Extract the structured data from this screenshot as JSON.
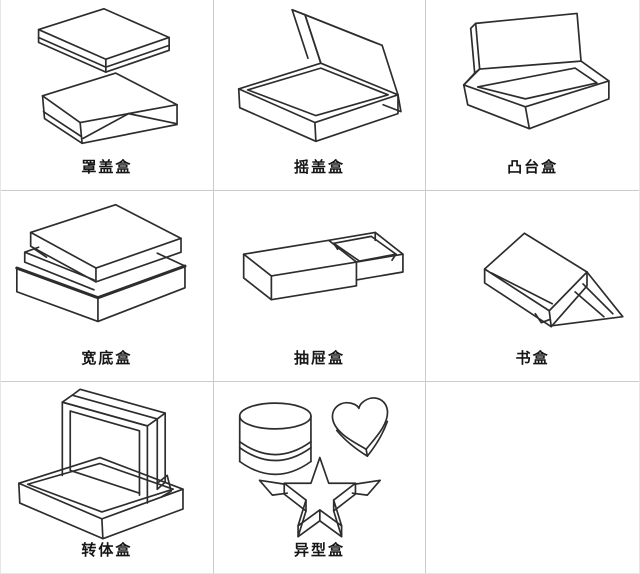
{
  "page": {
    "title": "box-structure-types-diagram",
    "grid": {
      "rows": 3,
      "cols": 3
    }
  },
  "colors": {
    "background": "#ffffff",
    "grid_line": "#cbcbcb",
    "line_art": "#2d2d2d",
    "label_text": "#161616"
  },
  "cells": [
    {
      "label": "罩盖盒",
      "illustration": "telescope-lid-box"
    },
    {
      "label": "摇盖盒",
      "illustration": "hinged-lid-box"
    },
    {
      "label": "凸台盒",
      "illustration": "raised-platform-box"
    },
    {
      "label": "宽底盒",
      "illustration": "wide-bottom-box"
    },
    {
      "label": "抽屉盒",
      "illustration": "drawer-box"
    },
    {
      "label": "书盒",
      "illustration": "book-box"
    },
    {
      "label": "转体盒",
      "illustration": "swivel-box"
    },
    {
      "label": "异型盒",
      "illustration": "special-shaped-box"
    },
    {
      "label": "",
      "illustration": ""
    }
  ]
}
